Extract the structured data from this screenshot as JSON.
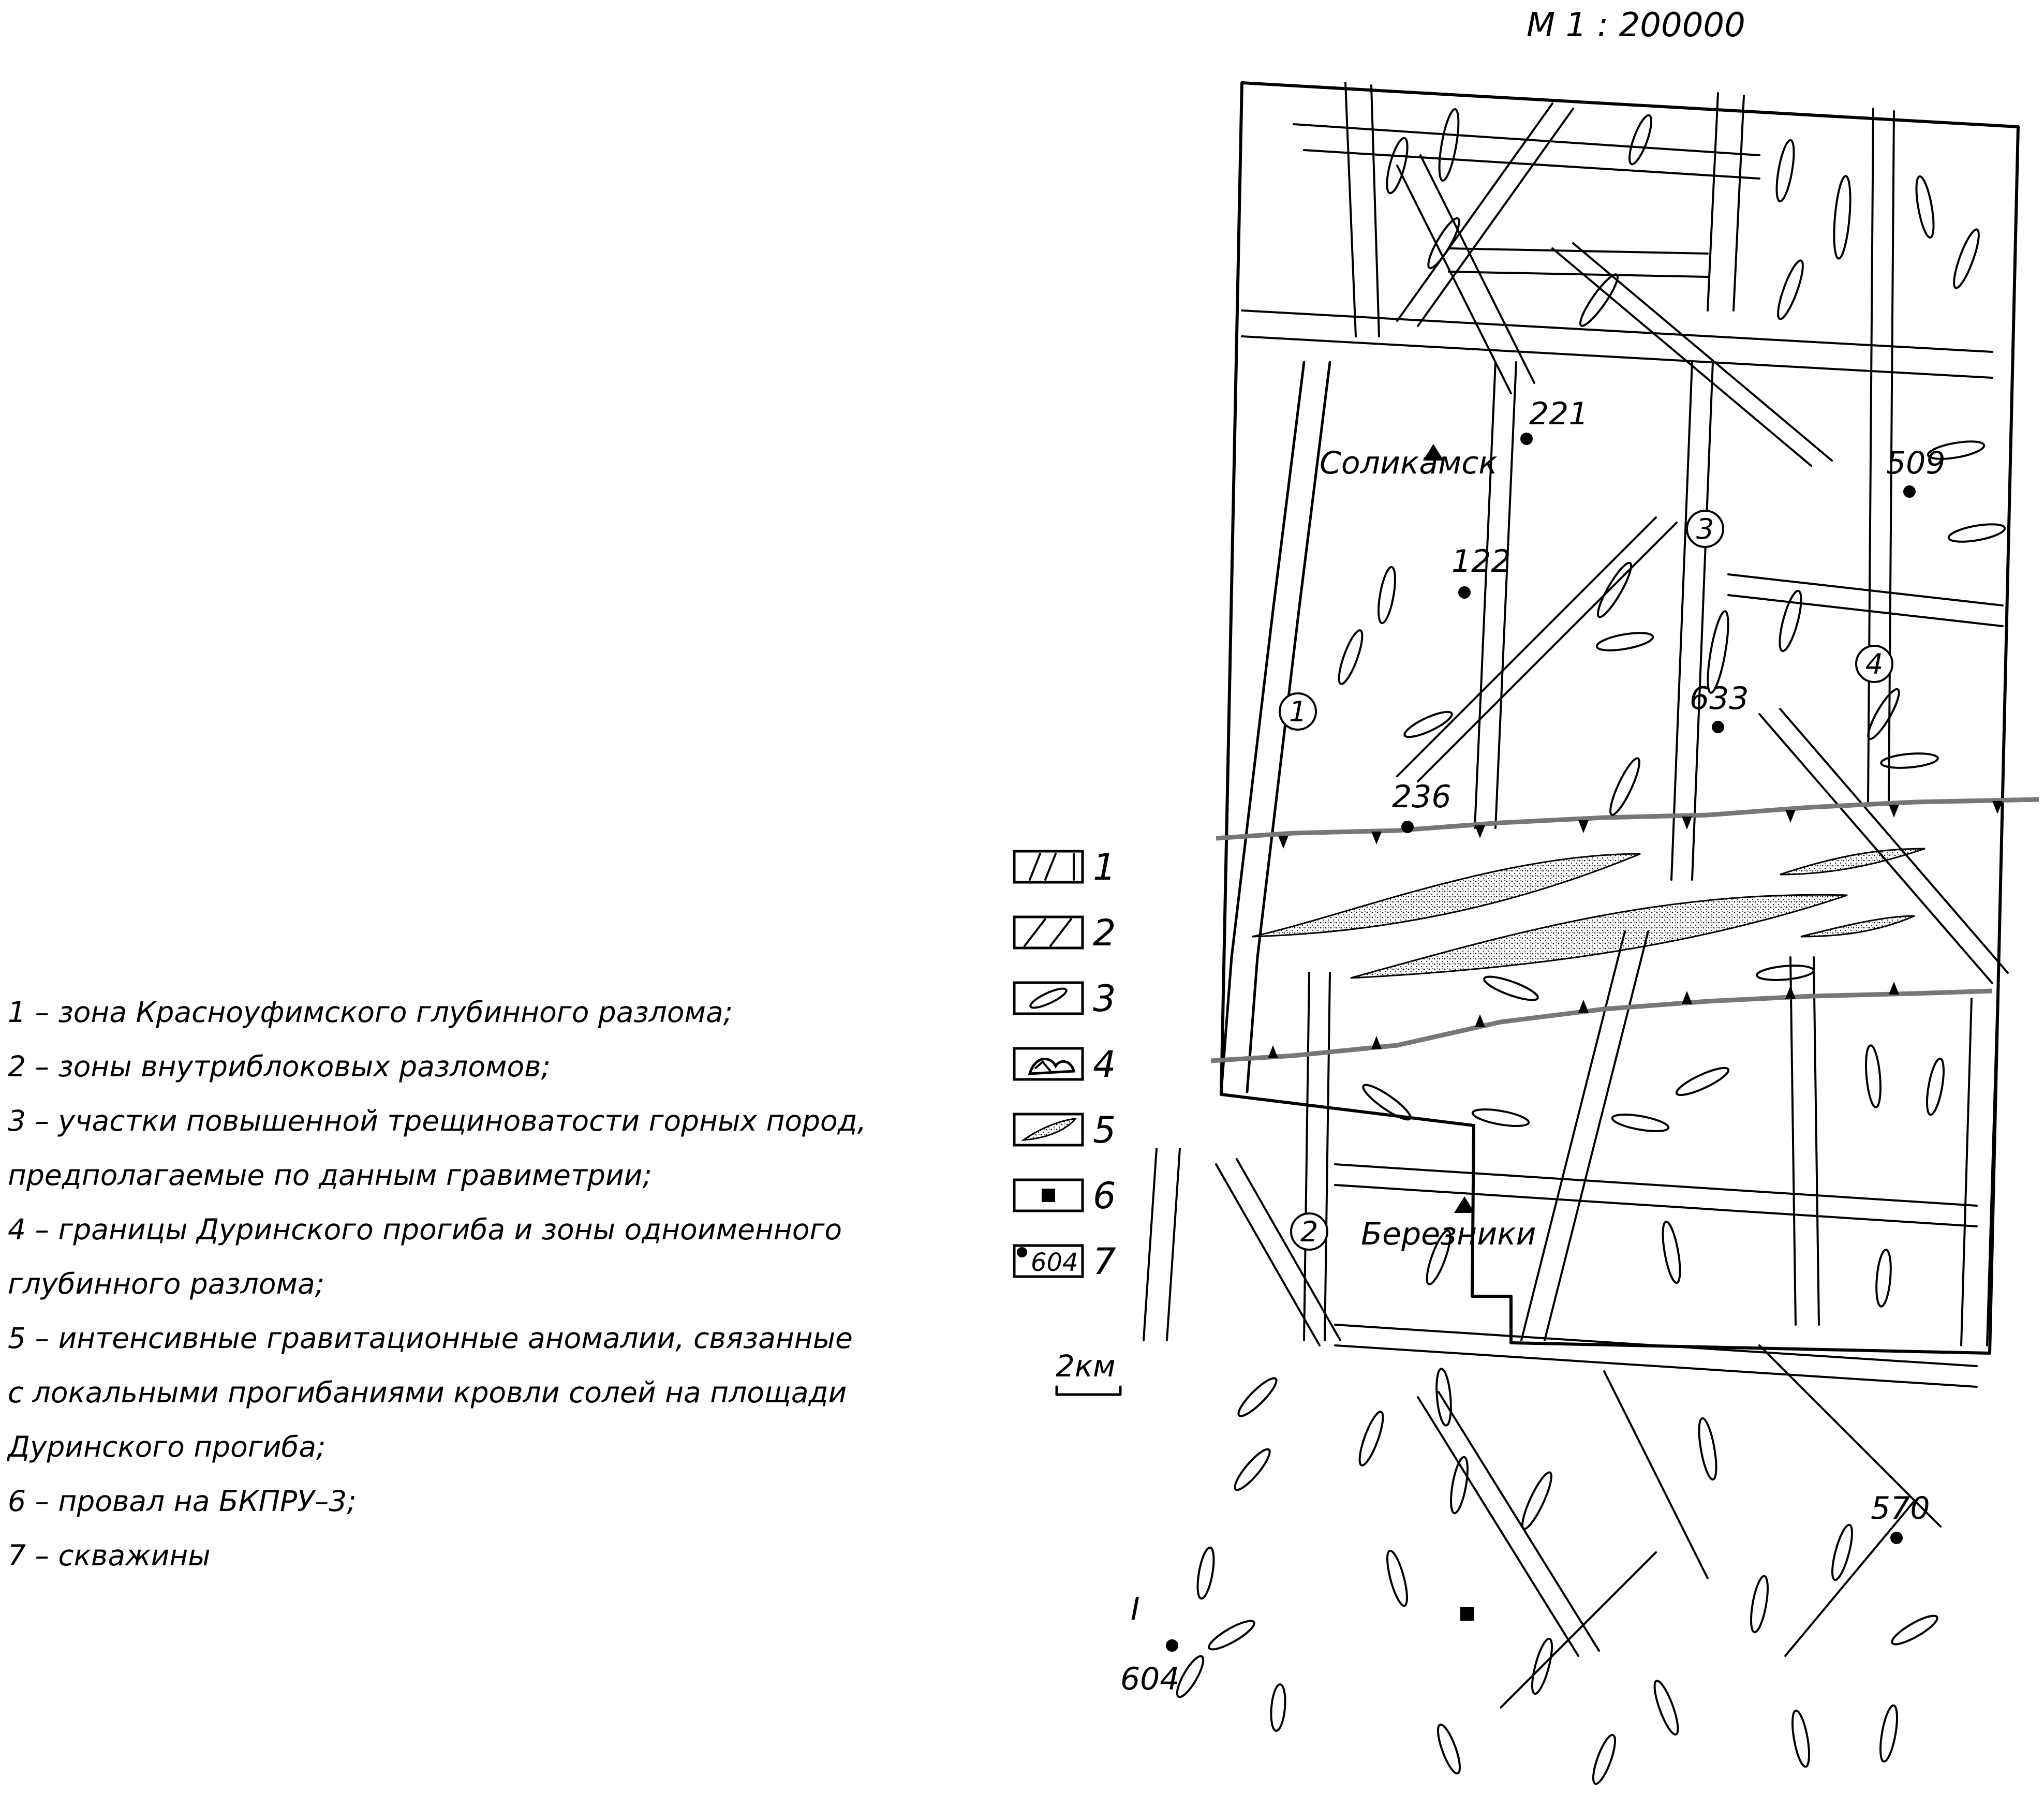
{
  "scale": "М 1 : 200000",
  "map": {
    "cities": [
      {
        "id": "solikamsk",
        "name": "Соликамск"
      },
      {
        "id": "berezniki",
        "name": "Березники"
      }
    ],
    "wells": [
      {
        "id": "221",
        "label": "221"
      },
      {
        "id": "509",
        "label": "509"
      },
      {
        "id": "122",
        "label": "122"
      },
      {
        "id": "633",
        "label": "633"
      },
      {
        "id": "236",
        "label": "236"
      },
      {
        "id": "570",
        "label": "570"
      },
      {
        "id": "604",
        "label": "604"
      }
    ],
    "zone_numbers": [
      "1",
      "2",
      "3",
      "4"
    ],
    "fault_label": "I"
  },
  "legend_keys": [
    {
      "num": "1",
      "symbol": "fault-zone-symbol"
    },
    {
      "num": "2",
      "symbol": "intrablock-fault-symbol"
    },
    {
      "num": "3",
      "symbol": "fracture-symbol"
    },
    {
      "num": "4",
      "symbol": "trough-boundary-symbol"
    },
    {
      "num": "5",
      "symbol": "gravity-anomaly-symbol"
    },
    {
      "num": "6",
      "symbol": "sinkhole-symbol"
    },
    {
      "num": "7",
      "symbol": "well-symbol",
      "sample": "604"
    }
  ],
  "scale_bar": {
    "label": "2км"
  },
  "legend_lines": [
    "1 – зона Красноуфимского глубинного разлома;",
    "2 – зоны внутриблоковых разломов;",
    "3 – участки повышенной трещиноватости горных пород,",
    "предполагаемые по данным гравиметрии;",
    "4 – границы Дуринского прогиба и зоны одноименного",
    "глубинного разлома;",
    "5 – интенсивные гравитационные аномалии, связанные",
    "с локальными прогибаниями кровли солей на площади",
    "Дуринского прогиба;",
    "6 – провал на БКПРУ–3;",
    "7 – скважины"
  ]
}
